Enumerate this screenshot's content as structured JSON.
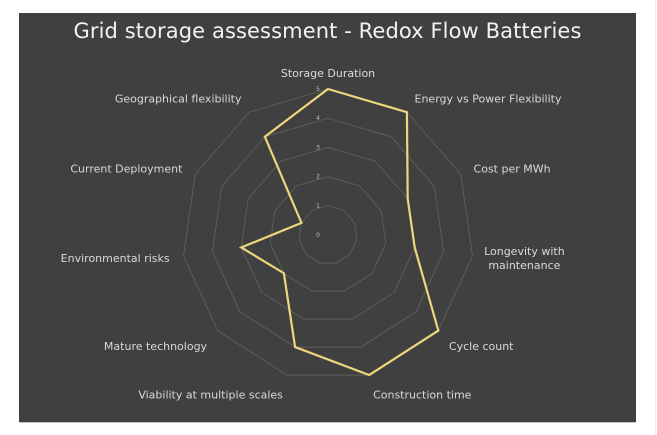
{
  "chart_data": {
    "type": "radar",
    "title": "Grid storage assessment - Redox Flow Batteries",
    "categories": [
      "Storage Duration",
      "Energy vs Power Flexibility",
      "Cost per MWh",
      "Longevity with maintenance",
      "Cycle count",
      "Construction time",
      "Viability at multiple scales",
      "Mature technology",
      "Environmental risks",
      "Current Deployment",
      "Geographical flexibility"
    ],
    "series": [
      {
        "name": "Redox Flow Batteries",
        "values": [
          5,
          5,
          3,
          3,
          5,
          5,
          4,
          2,
          3,
          1,
          4
        ],
        "color": "#ecd67e"
      }
    ],
    "rlim": [
      0,
      5
    ],
    "ticks": [
      "0",
      "1",
      "2",
      "3",
      "4",
      "5"
    ],
    "grid": true,
    "legend": "none",
    "colors": {
      "background": "#404040",
      "gridline": "#5c5c5c",
      "label": "#d9d9d9"
    }
  }
}
